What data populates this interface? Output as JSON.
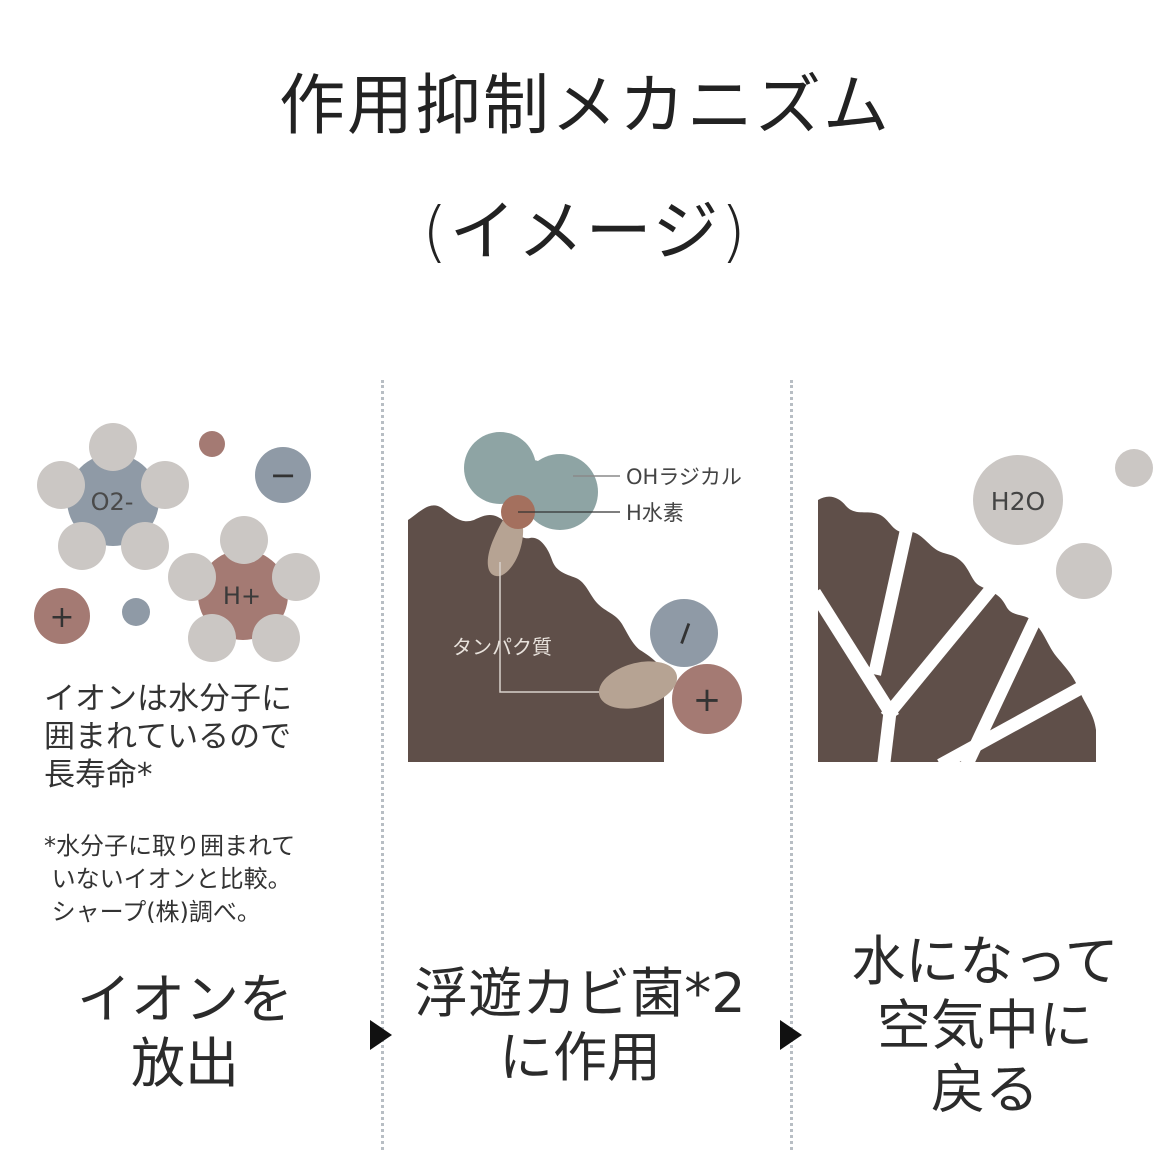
{
  "title": {
    "line1": "作用抑制メカニズム",
    "line2": "(イメージ)"
  },
  "colors": {
    "gray_circle": "#cbc7c4",
    "blue_gray": "#8f9aa6",
    "rose_brown": "#a47a73",
    "dark_brown": "#5f4f49",
    "teal_gray": "#8ea4a4",
    "tan": "#b6a393"
  },
  "panel1": {
    "ion_o2": "O2-",
    "ion_h": "H+",
    "minus_symbol": "−",
    "plus_symbol": "+",
    "description": "イオンは水分子に\n囲まれているので\n長寿命*",
    "footnote": "*水分子に取り囲まれて\n いないイオンと比較。\n シャープ(株)調べ。",
    "step_label": "イオンを\n放出"
  },
  "panel2": {
    "label_oh_radical": "OHラジカル",
    "label_h_hydrogen": "H水素",
    "label_protein": "タンパク質",
    "minus_symbol": "−",
    "plus_symbol": "+",
    "step_label": "浮遊カビ菌*2\nに作用"
  },
  "panel3": {
    "h2o": "H2O",
    "step_label": "水になって\n空気中に\n戻る"
  }
}
